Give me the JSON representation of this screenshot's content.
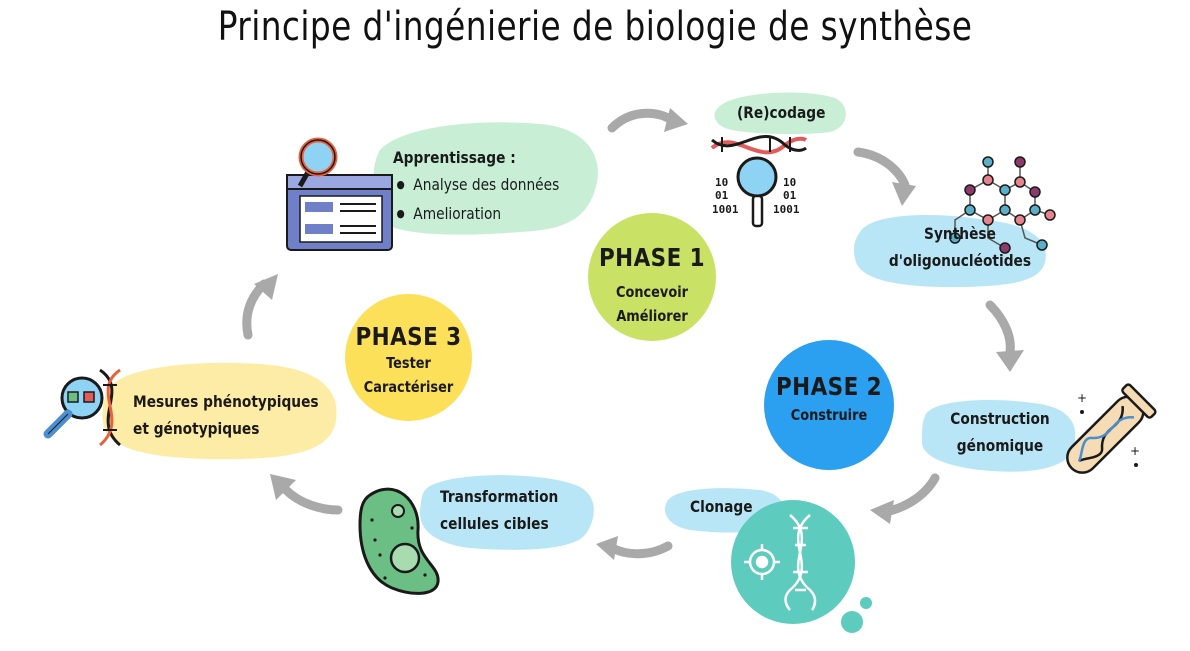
{
  "title": "Principe d'ingénierie de biologie de synthèse",
  "phases": [
    {
      "title": "PHASE 1",
      "line1": "Concevoir",
      "line2": "Améliorer",
      "color": "#c9e265"
    },
    {
      "title": "PHASE 2",
      "line1": "Construire",
      "color": "#2b9ff0"
    },
    {
      "title": "PHASE 3",
      "line1": "Tester",
      "line2": "Caractériser",
      "color": "#fde05a"
    }
  ],
  "steps": {
    "apprentissage": {
      "title": "Apprentissage :",
      "items": [
        "Analyse des données",
        "Amelioration"
      ],
      "color": "#c8efd6"
    },
    "recodage": {
      "label": "(Re)codage",
      "color": "#c8efd6"
    },
    "synthese": {
      "line1": "Synthèse",
      "line2": "d'oligonucléotides",
      "color": "#b9e6f7"
    },
    "construction": {
      "line1": "Construction",
      "line2": "génomique",
      "color": "#b9e6f7"
    },
    "clonage": {
      "label": "Clonage",
      "color": "#b9e6f7"
    },
    "transformation": {
      "line1": "Transformation",
      "line2": "cellules cibles",
      "color": "#b9e6f7"
    },
    "mesures": {
      "line1": "Mesures phénotypiques",
      "line2": "et génotypiques",
      "color": "#fdeca6"
    }
  },
  "arrow_color": "#a9a9a9"
}
